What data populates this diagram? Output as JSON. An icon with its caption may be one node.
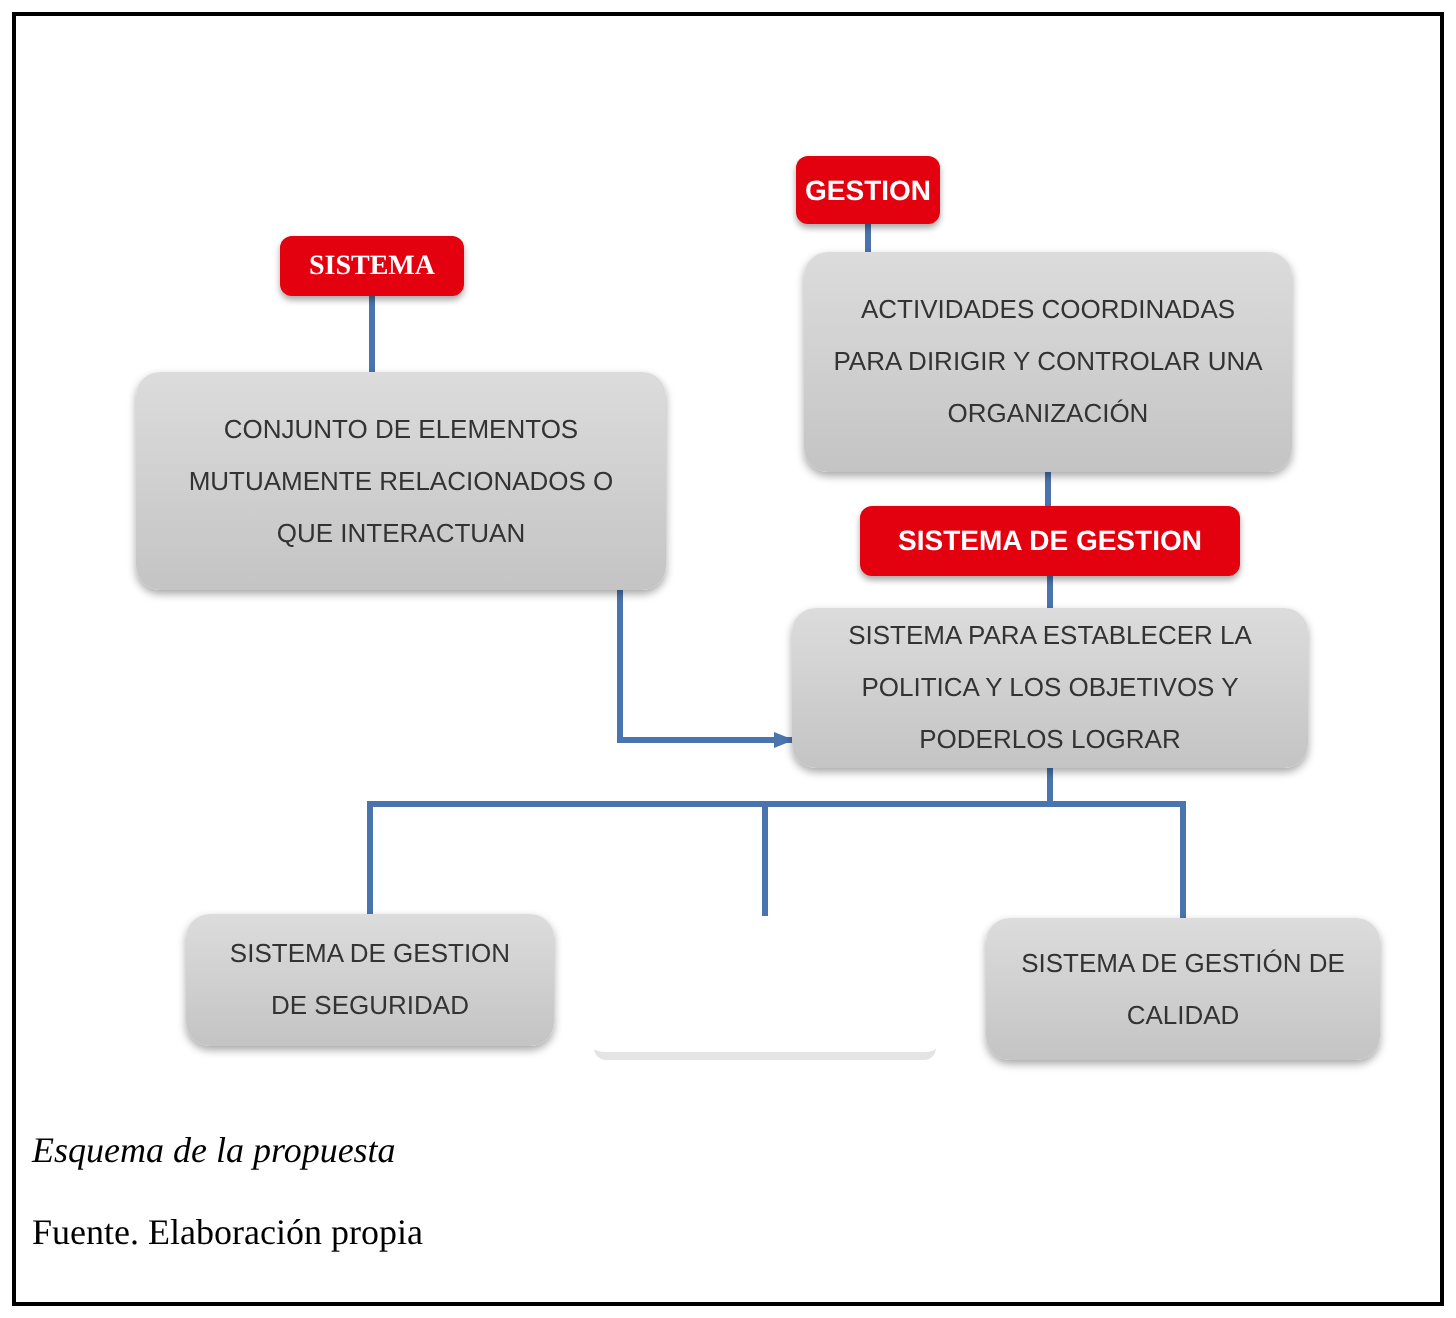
{
  "diagram": {
    "caption": "Esquema de la propuesta",
    "nodes": [
      {
        "text": [
          "SISTEMA"
        ]
      },
      {
        "text": [
          "CONJUNTO DE ELEMENTOS MUTUAMENTE RELACIONADOS O QUE INTERACTUAN"
        ]
      },
      {
        "text": [
          "GESTION"
        ]
      },
      {
        "text": [
          "ACTIVIDADES COORDINADAS PARA DIRIGIR Y CONTROLAR UNA ORGANIZACIÓN"
        ]
      },
      {
        "text": [
          "SISTEMA DE GESTION"
        ]
      },
      {
        "text": [
          "SISTEMA PARA ESTABLECER LA POLITICA Y LOS OBJETIVOS Y PODERLOS LOGRAR"
        ]
      },
      {
        "text": [
          "SISTEMA DE GESTION DE SEGURIDAD"
        ]
      },
      {
        "text": [],
        "shape": "box"
      },
      {
        "text": [
          "SISTEMA DE GESTIÓN DE CALIDAD"
        ]
      }
    ],
    "edges": [
      {
        "from": 0,
        "to": 1,
        "arrow": "none"
      },
      {
        "from": 1,
        "to": 5,
        "arrow": "to"
      },
      {
        "from": 2,
        "to": 3,
        "arrow": "none"
      },
      {
        "from": 3,
        "to": 4,
        "arrow": "none"
      },
      {
        "from": 4,
        "to": 5,
        "arrow": "none"
      },
      {
        "from": 5,
        "to": 6,
        "arrow": "none"
      },
      {
        "from": 5,
        "to": 7,
        "arrow": "none"
      },
      {
        "from": 5,
        "to": 8,
        "arrow": "none"
      }
    ],
    "labels": [
      "Fuente. Elaboración propia"
    ]
  }
}
